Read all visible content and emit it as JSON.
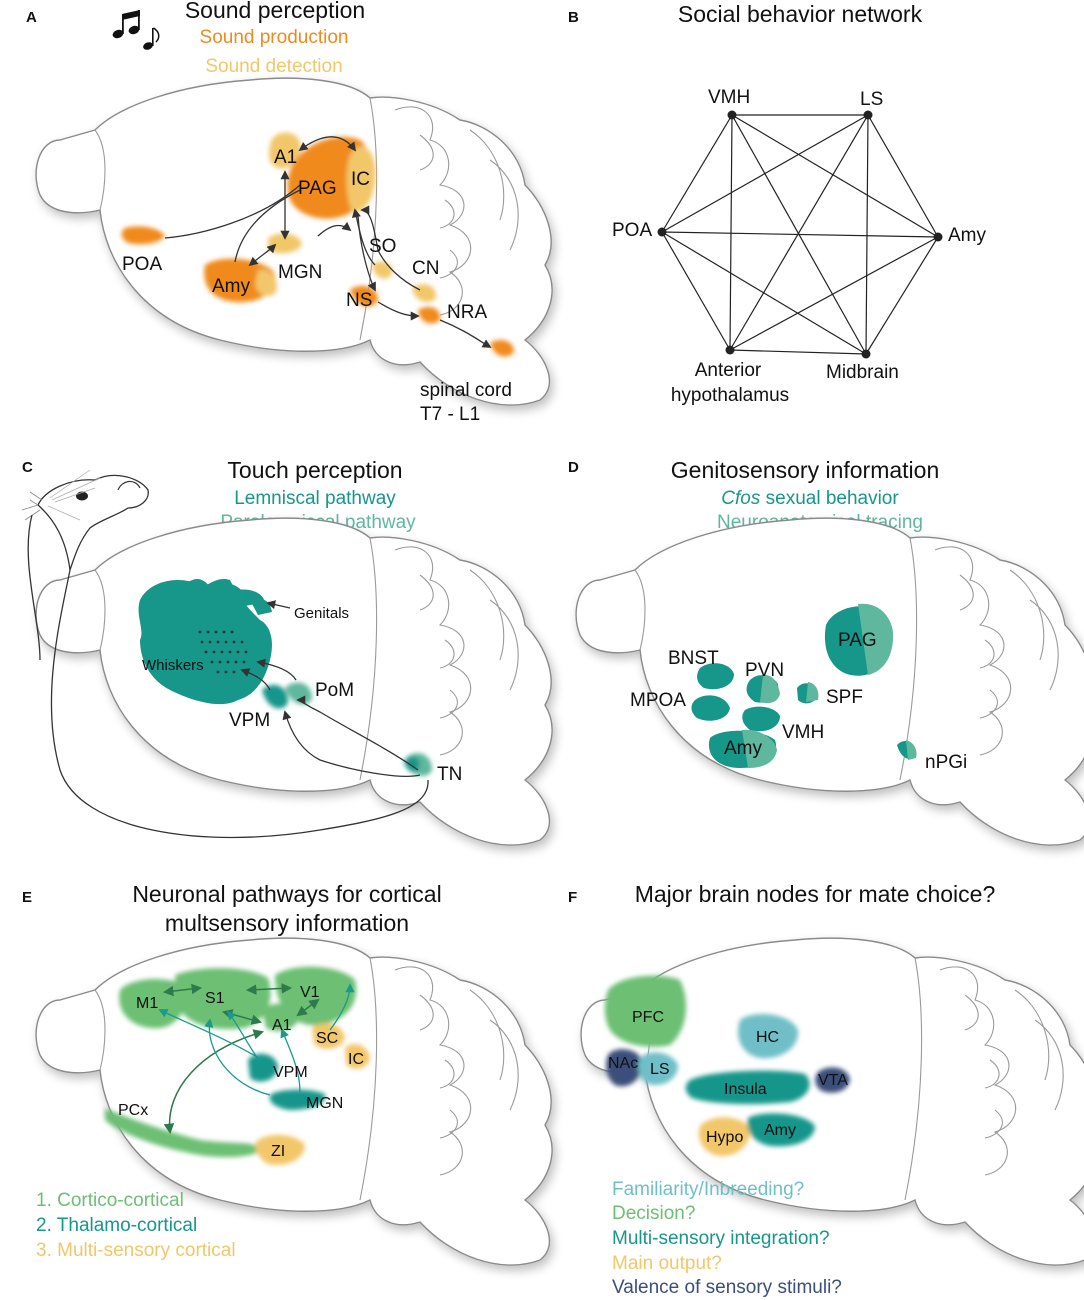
{
  "panels": {
    "a": {
      "letter": "A",
      "title": "Sound perception",
      "legend": [
        "Sound production",
        "Sound detection"
      ],
      "labels": {
        "a1": "A1",
        "pag": "PAG",
        "ic": "IC",
        "poa": "POA",
        "mgn": "MGN",
        "amy": "Amy",
        "so": "SO",
        "cn": "CN",
        "ns": "NS",
        "nra": "NRA",
        "spinal1": "spinal cord",
        "spinal2": "T7 - L1"
      }
    },
    "b": {
      "letter": "B",
      "title": "Social behavior network",
      "nodes": [
        "VMH",
        "LS",
        "POA",
        "Amy",
        "Anterior",
        "hypothalamus",
        "Midbrain"
      ]
    },
    "c": {
      "letter": "C",
      "title": "Touch perception",
      "legend": [
        "Lemniscal pathway",
        "Paralemniscal pathway"
      ],
      "labels": {
        "genitals": "Genitals",
        "whiskers": "Whiskers",
        "pom": "PoM",
        "vpm": "VPM",
        "tn": "TN"
      }
    },
    "d": {
      "letter": "D",
      "title": "Genitosensory information",
      "legend_italic": "Cfos",
      "legend_rest": " sexual behavior",
      "legend2": "Neuroanatomical tracing",
      "labels": {
        "pag": "PAG",
        "bnst": "BNST",
        "pvn": "PVN",
        "mpoa": "MPOA",
        "spf": "SPF",
        "vmh": "VMH",
        "amy": "Amy",
        "npgi": "nPGi"
      }
    },
    "e": {
      "letter": "E",
      "title1": "Neuronal pathways for cortical",
      "title2": "multsensory information",
      "labels": {
        "m1": "M1",
        "s1": "S1",
        "v1": "V1",
        "a1": "A1",
        "sc": "SC",
        "ic": "IC",
        "vpm": "VPM",
        "mgn": "MGN",
        "pcx": "PCx",
        "zi": "ZI"
      },
      "legend": [
        "1. Cortico-cortical",
        "2. Thalamo-cortical",
        "3. Multi-sensory cortical"
      ]
    },
    "f": {
      "letter": "F",
      "title": "Major brain nodes for mate choice?",
      "labels": {
        "pfc": "PFC",
        "hc": "HC",
        "nac": "NAc",
        "ls": "LS",
        "insula": "Insula",
        "vta": "VTA",
        "hypo": "Hypo",
        "amy": "Amy"
      },
      "legend": [
        "Familiarity/Inbreeding?",
        "Decision?",
        "Multi-sensory integration?",
        "Main output?",
        "Valence of sensory stimuli?"
      ]
    }
  },
  "colors": {
    "orange": "#f08a1e",
    "yellow": "#f2c76a",
    "teal": "#17968a",
    "teal_light": "#5fb79e",
    "green": "#6cbf73",
    "green_dark": "#2f7a4d",
    "light_blue": "#6fbfc8",
    "navy": "#3a4f7a"
  }
}
